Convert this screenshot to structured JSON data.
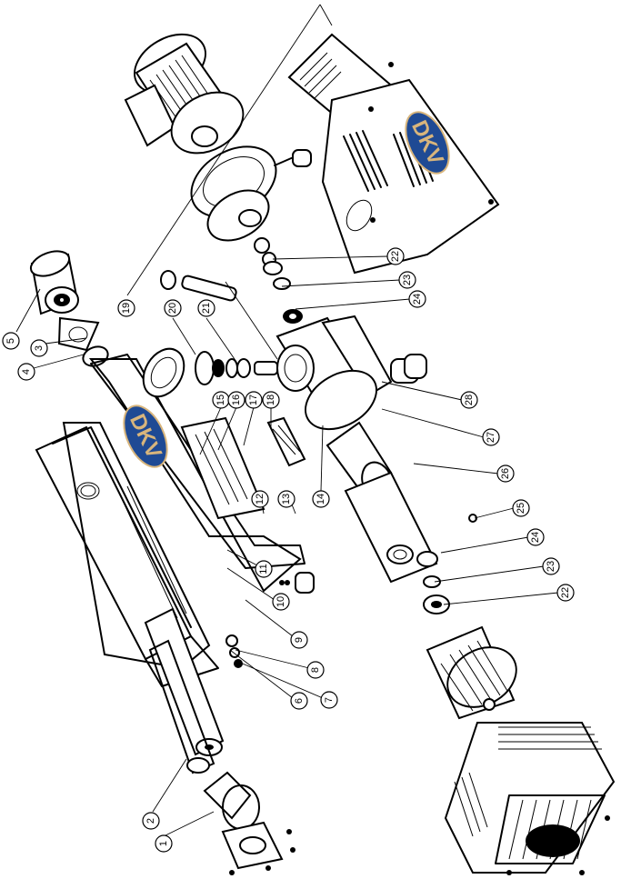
{
  "diagram": {
    "kind": "exploded-parts-view",
    "brand_logo": {
      "text": "DKV",
      "fill": "#1f4a94",
      "letter_color": "#d8b57c"
    },
    "callouts": [
      {
        "label": "1"
      },
      {
        "label": "2"
      },
      {
        "label": "3"
      },
      {
        "label": "4"
      },
      {
        "label": "5"
      },
      {
        "label": "6"
      },
      {
        "label": "7"
      },
      {
        "label": "8"
      },
      {
        "label": "9"
      },
      {
        "label": "10"
      },
      {
        "label": "11"
      },
      {
        "label": "12"
      },
      {
        "label": "13"
      },
      {
        "label": "14"
      },
      {
        "label": "15"
      },
      {
        "label": "16"
      },
      {
        "label": "17"
      },
      {
        "label": "18"
      },
      {
        "label": "19"
      },
      {
        "label": "20"
      },
      {
        "label": "21"
      },
      {
        "label": "22"
      },
      {
        "label": "23"
      },
      {
        "label": "24"
      },
      {
        "label": "22"
      },
      {
        "label": "23"
      },
      {
        "label": "24"
      },
      {
        "label": "25"
      },
      {
        "label": "26"
      },
      {
        "label": "27"
      },
      {
        "label": "28"
      }
    ]
  }
}
